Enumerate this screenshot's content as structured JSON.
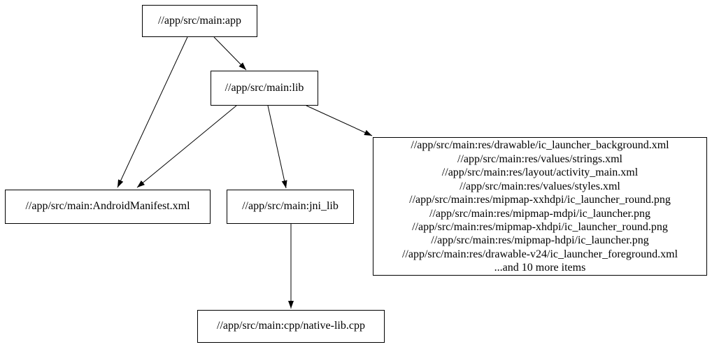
{
  "colors": {
    "background": "#ffffff",
    "node_fill": "#ffffff",
    "node_border": "#000000",
    "edge": "#000000",
    "text": "#000000"
  },
  "graph": {
    "nodes": {
      "app": {
        "label": "//app/src/main:app"
      },
      "lib": {
        "label": "//app/src/main:lib"
      },
      "android_manifest": {
        "label": "//app/src/main:AndroidManifest.xml"
      },
      "jni_lib": {
        "label": "//app/src/main:jni_lib"
      },
      "res_group": {
        "lines": [
          "//app/src/main:res/drawable/ic_launcher_background.xml",
          "//app/src/main:res/values/strings.xml",
          "//app/src/main:res/layout/activity_main.xml",
          "//app/src/main:res/values/styles.xml",
          "//app/src/main:res/mipmap-xxhdpi/ic_launcher_round.png",
          "//app/src/main:res/mipmap-mdpi/ic_launcher.png",
          "//app/src/main:res/mipmap-xhdpi/ic_launcher_round.png",
          "//app/src/main:res/mipmap-hdpi/ic_launcher.png",
          "//app/src/main:res/drawable-v24/ic_launcher_foreground.xml",
          "...and 10 more items"
        ]
      },
      "native_lib": {
        "label": "//app/src/main:cpp/native-lib.cpp"
      }
    },
    "edges": [
      {
        "from": "app",
        "to": "android_manifest"
      },
      {
        "from": "app",
        "to": "lib"
      },
      {
        "from": "lib",
        "to": "android_manifest"
      },
      {
        "from": "lib",
        "to": "jni_lib"
      },
      {
        "from": "lib",
        "to": "res_group"
      },
      {
        "from": "jni_lib",
        "to": "native_lib"
      }
    ]
  }
}
